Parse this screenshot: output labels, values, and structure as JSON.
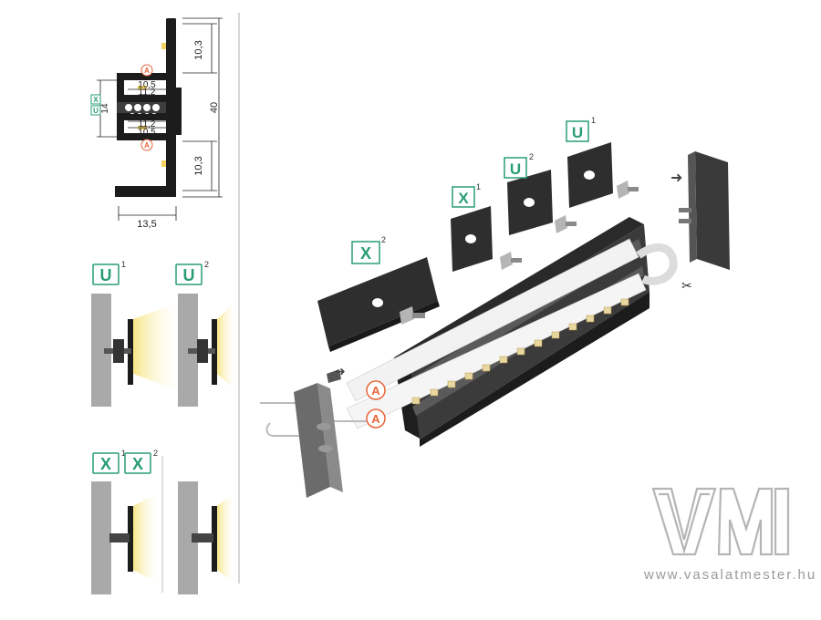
{
  "dimensions": {
    "h_top": "10,3",
    "h_total": "40",
    "h_bottom": "10,3",
    "w_inner_top": "10,5",
    "w_inner_top2": "11,2",
    "w_inner_bot2": "11,2",
    "w_inner_bot": "10,5",
    "w_slot": "14",
    "w_total": "13,5"
  },
  "badges": {
    "u": "U",
    "x": "X",
    "a": "A",
    "sup1": "1",
    "sup2": "2"
  },
  "watermark": {
    "url": "www.vasalatmester.hu"
  },
  "colors": {
    "badge_green": "#2a9d72",
    "badge_orange": "#e8643a",
    "profile": "#1c1c1c",
    "wall": "#a9a9a9",
    "led": "#f4d35e",
    "logo_gray": "#b5b5b5"
  }
}
